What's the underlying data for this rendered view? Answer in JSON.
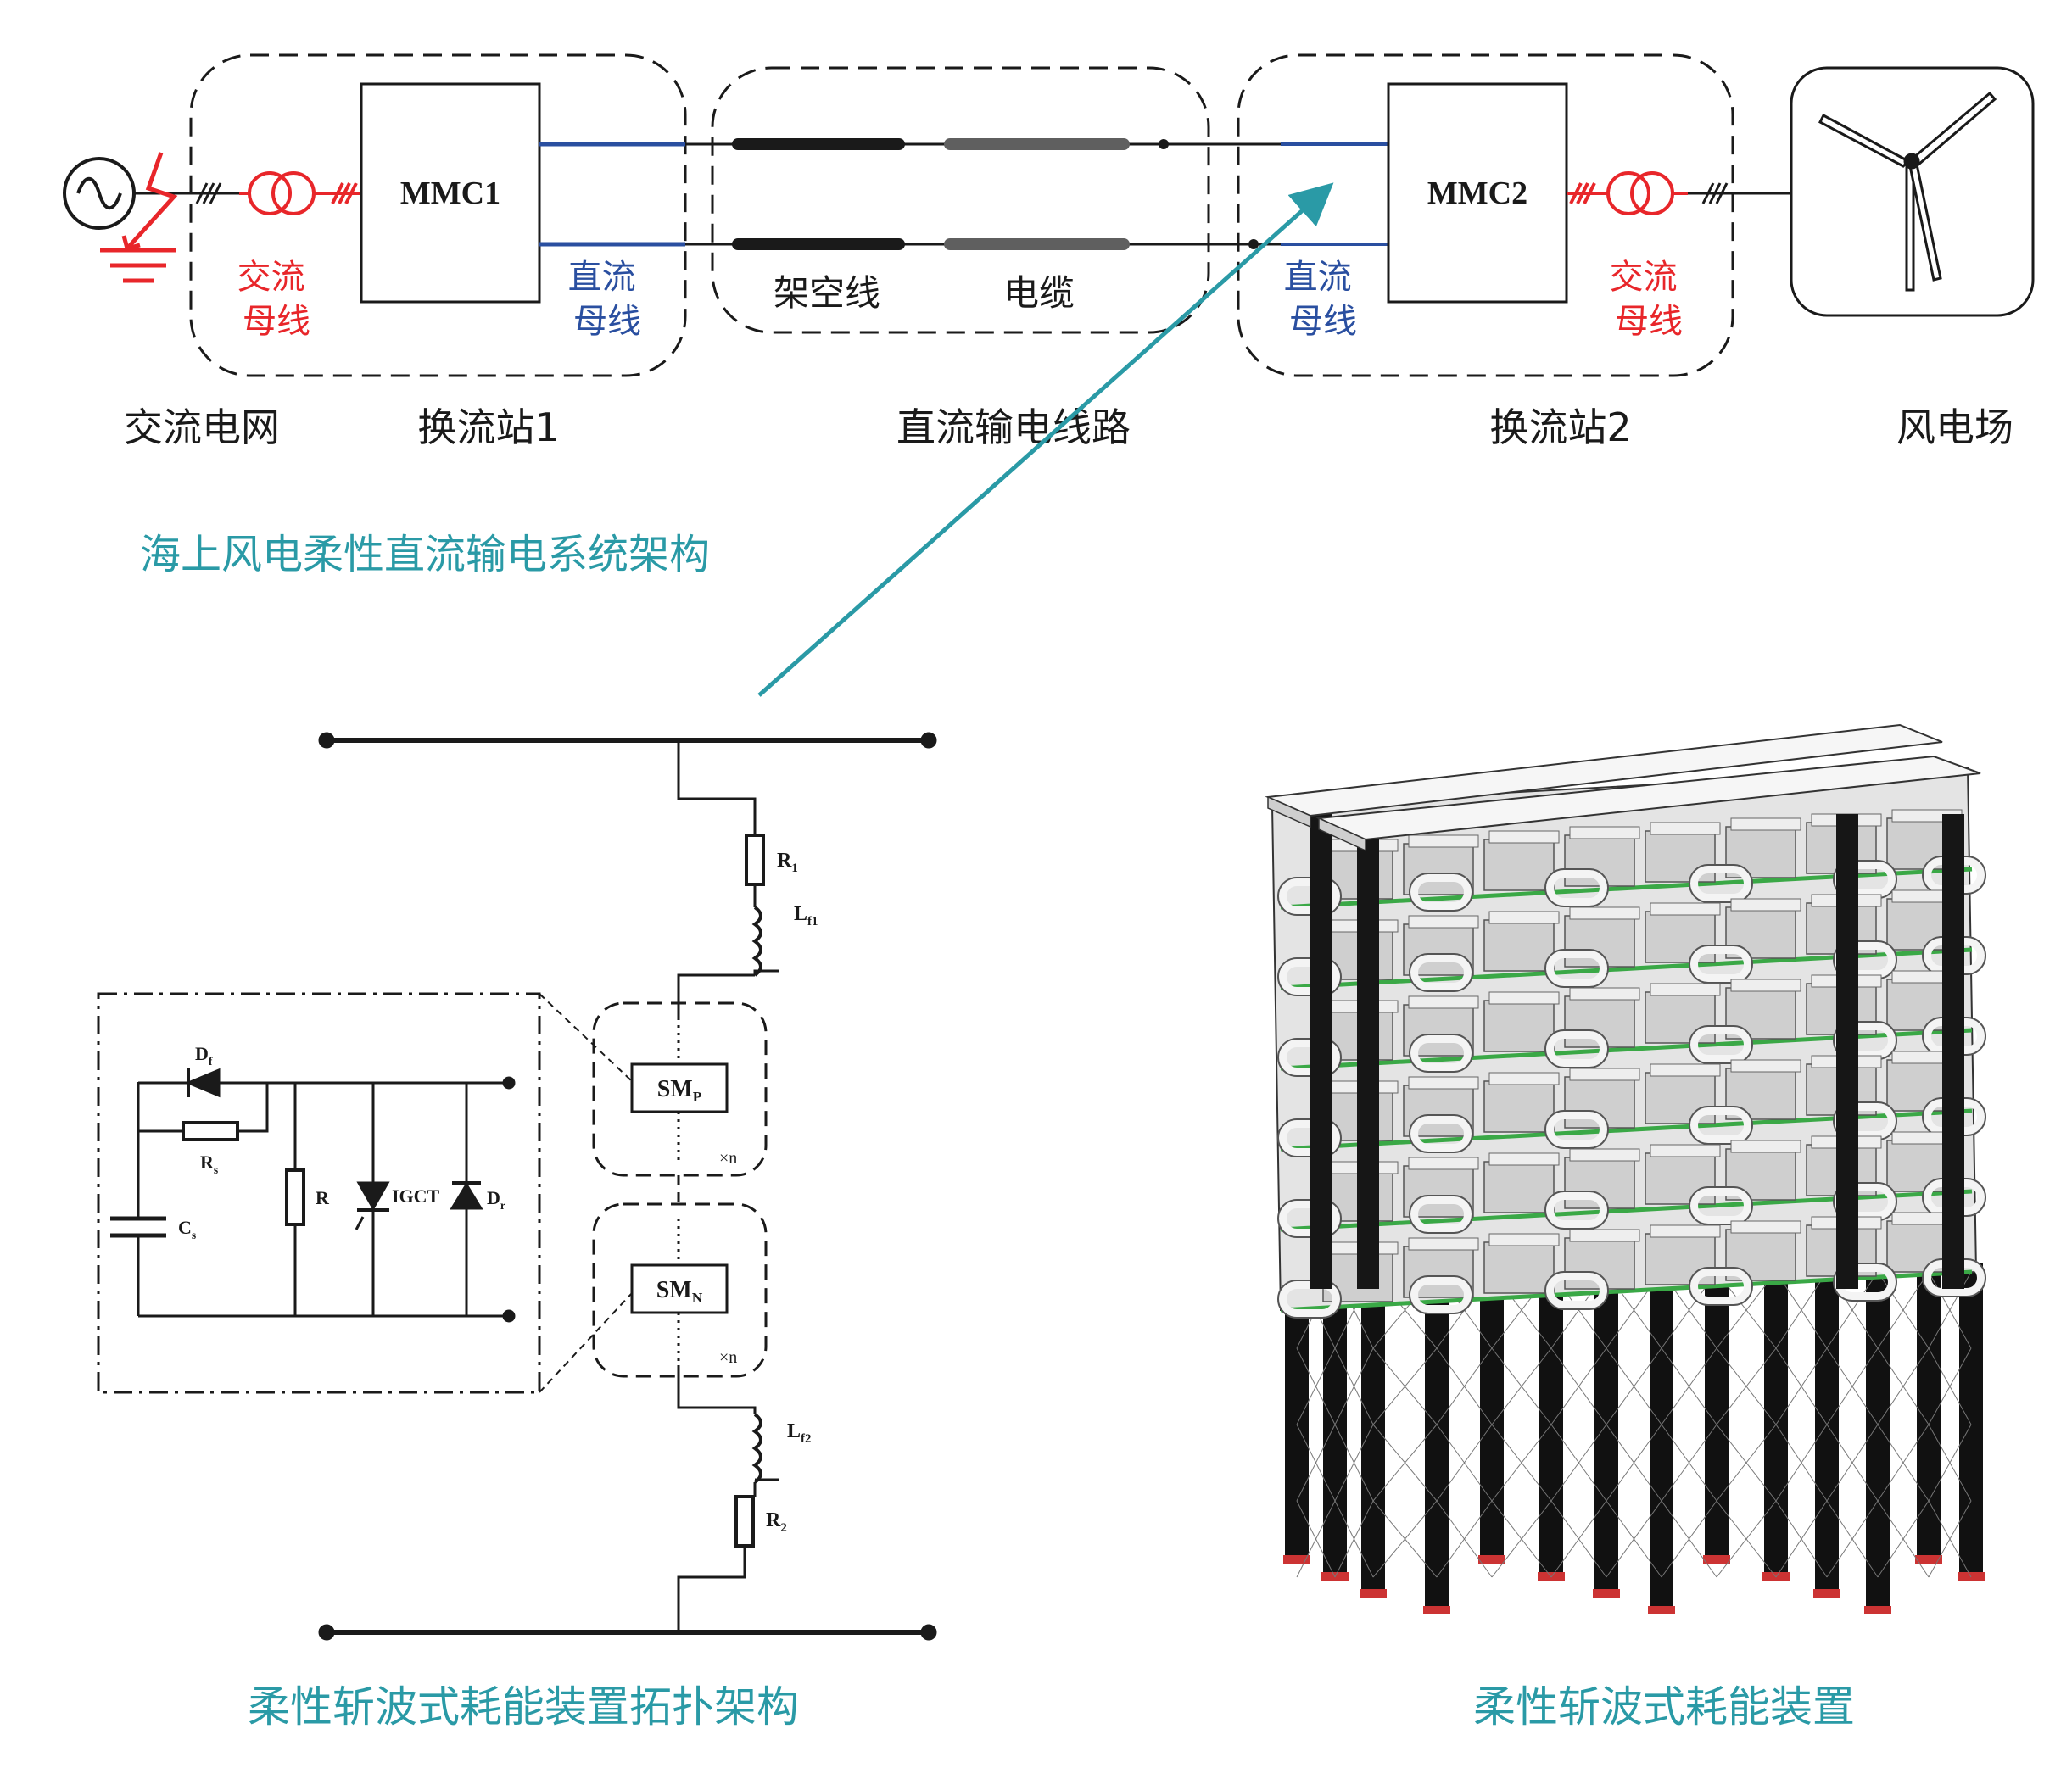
{
  "colors": {
    "teal": "#2a9aa6",
    "red": "#e8262a",
    "blue": "#2a4fa0",
    "black": "#1a1a1a",
    "dark_gray": "#5f5f5f"
  },
  "system": {
    "mmc1": "MMC1",
    "mmc2": "MMC2",
    "ac_bus_left": [
      "交流",
      "母线"
    ],
    "dc_bus_left": [
      "直流",
      "母线"
    ],
    "overhead_line": "架空线",
    "cable": "电缆",
    "dc_bus_right": [
      "直流",
      "母线"
    ],
    "ac_bus_right": [
      "交流",
      "母线"
    ],
    "labels": {
      "ac_grid": "交流电网",
      "station1": "换流站1",
      "dc_line": "直流输电线路",
      "station2": "换流站2",
      "wind_farm": "风电场"
    },
    "caption": "海上风电柔性直流输电系统架构"
  },
  "topology": {
    "r1": "R1",
    "lf1": "Lf1",
    "lf2": "Lf2",
    "r2": "R2",
    "smp": "SMP",
    "smn": "SMN",
    "xn_top": "×n",
    "xn_bottom": "×n",
    "df": "Df",
    "rs": "Rs",
    "cs": "Cs",
    "r": "R",
    "igct": "IGCT",
    "dr": "Dr",
    "caption": "柔性斩波式耗能装置拓扑架构"
  },
  "device": {
    "caption": "柔性斩波式耗能装置"
  }
}
